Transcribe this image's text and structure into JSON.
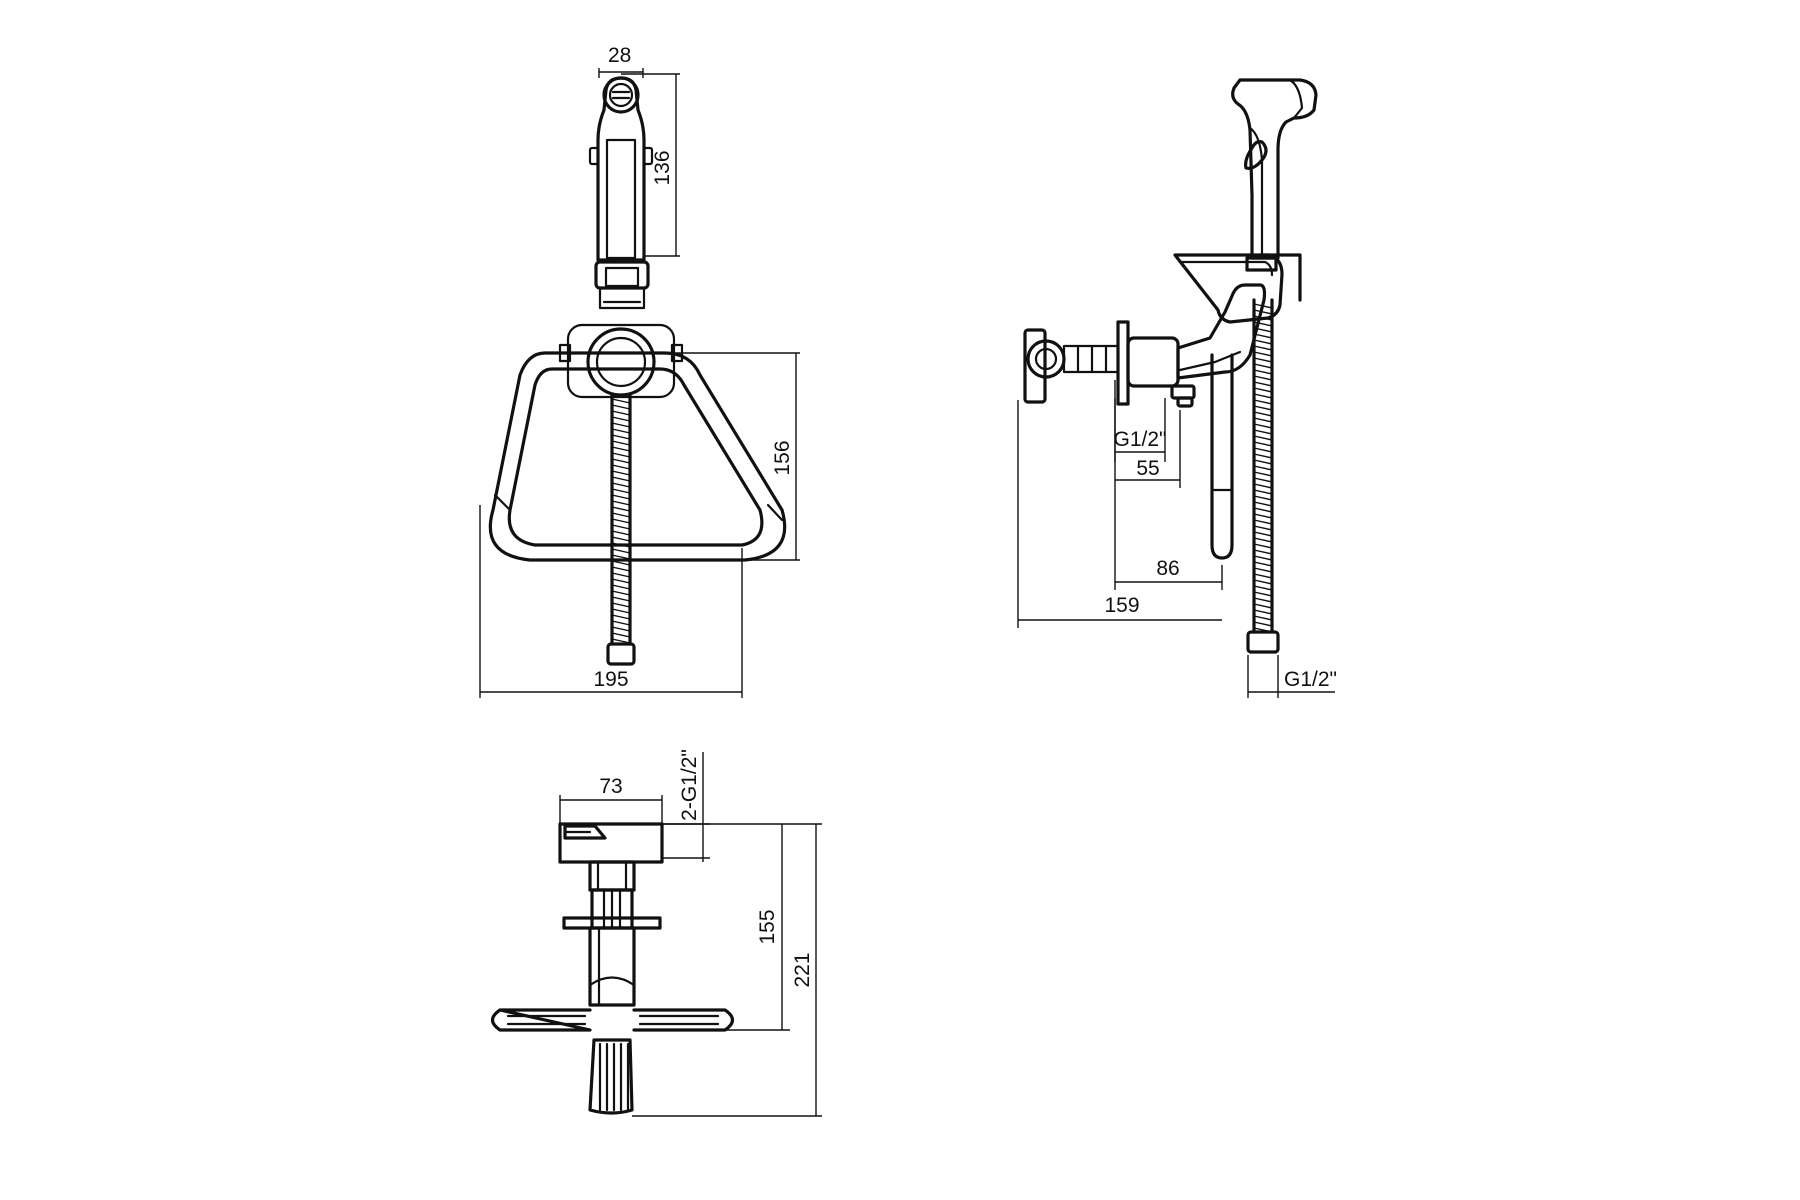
{
  "views": {
    "front": {
      "dims": {
        "head_width": "28",
        "handset_height": "136",
        "ring_height": "156",
        "overall_width": "195"
      }
    },
    "side": {
      "dims": {
        "inlet_thread": "G1/2\"",
        "inlet_depth": "55",
        "spout_depth": "86",
        "overall_depth": "159",
        "hose_thread": "G1/2\""
      }
    },
    "top": {
      "dims": {
        "body_width": "73",
        "outlet_threads": "2-G1/2\"",
        "height_to_bar": "155",
        "overall_height": "221"
      }
    }
  }
}
